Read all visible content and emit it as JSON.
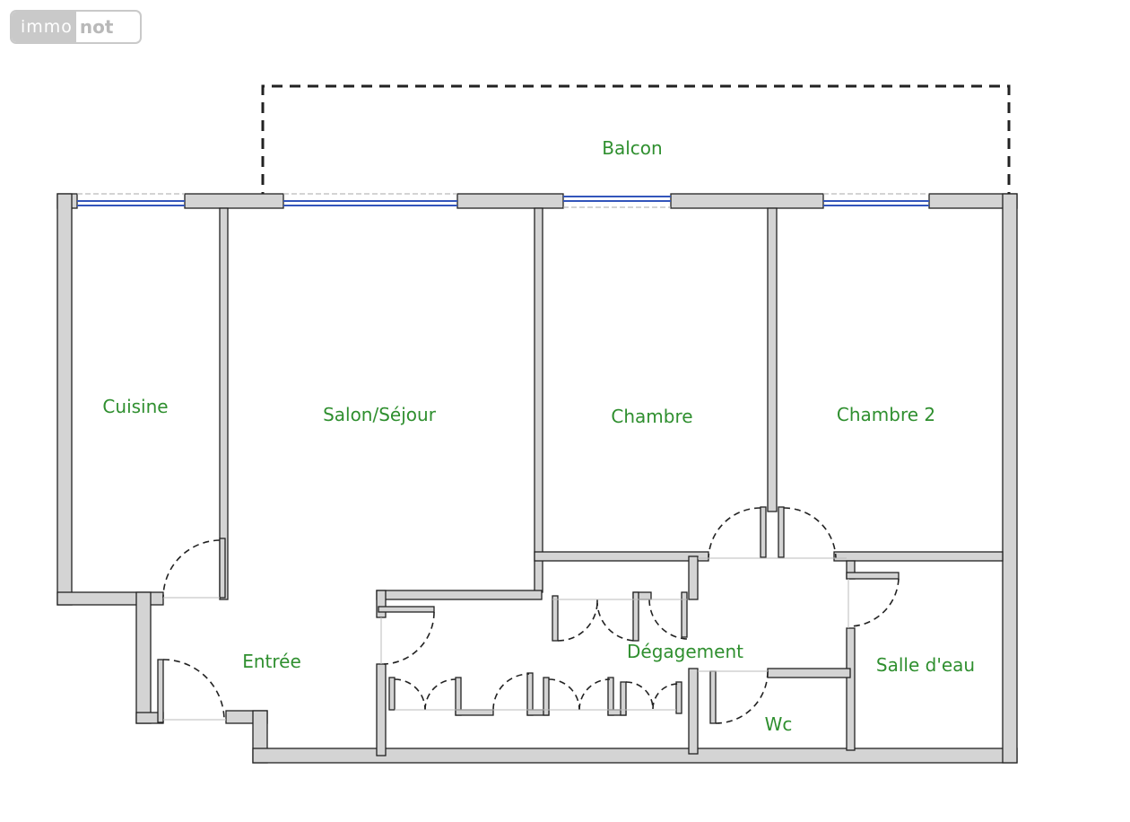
{
  "logo": {
    "part1": "immo",
    "part2": "not"
  },
  "rooms": {
    "balcon": "Balcon",
    "cuisine": "Cuisine",
    "salon": "Salon/Séjour",
    "chambre": "Chambre",
    "chambre2": "Chambre 2",
    "entree": "Entrée",
    "degagement": "Dégagement",
    "salle_eau": "Salle d'eau",
    "wc": "Wc"
  },
  "colors": {
    "wall_fill": "#d4d4d4",
    "wall_stroke": "#222222",
    "window": "#3355bb",
    "label": "#2f8f2f",
    "swing": "#222222"
  }
}
